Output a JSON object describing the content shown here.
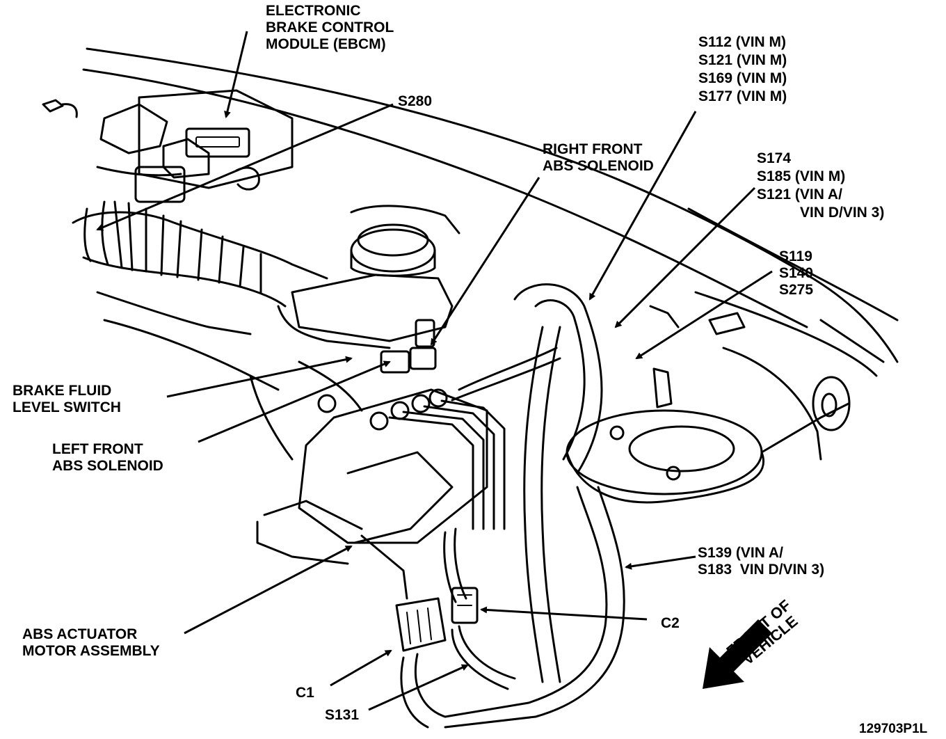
{
  "labels": {
    "ebcm": [
      "ELECTRONIC",
      "BRAKE CONTROL",
      "MODULE (EBCM)"
    ],
    "s280": "S280",
    "s112_group": [
      "S112 (VIN M)",
      "S121 (VIN M)",
      "S169 (VIN M)",
      "S177 (VIN M)"
    ],
    "right_front_solenoid": [
      "RIGHT FRONT",
      "ABS SOLENOID"
    ],
    "s174_group": [
      "S174",
      "S185 (VIN M)",
      "S121 (VIN A/",
      "VIN D/VIN 3)"
    ],
    "s119_group": [
      "S119",
      "S140",
      "S275"
    ],
    "brake_fluid": [
      "BRAKE FLUID",
      "LEVEL SWITCH"
    ],
    "left_front_solenoid": [
      "LEFT FRONT",
      "ABS SOLENOID"
    ],
    "s139_group": [
      "S139 (VIN A/",
      "S183  VIN D/VIN 3)"
    ],
    "c2": "C2",
    "abs_actuator": [
      "ABS ACTUATOR",
      "MOTOR ASSEMBLY"
    ],
    "c1": "C1",
    "s131": "S131",
    "front_of_vehicle": [
      "FRONT OF",
      "VEHICLE"
    ],
    "figure_code": "129703P1L"
  }
}
